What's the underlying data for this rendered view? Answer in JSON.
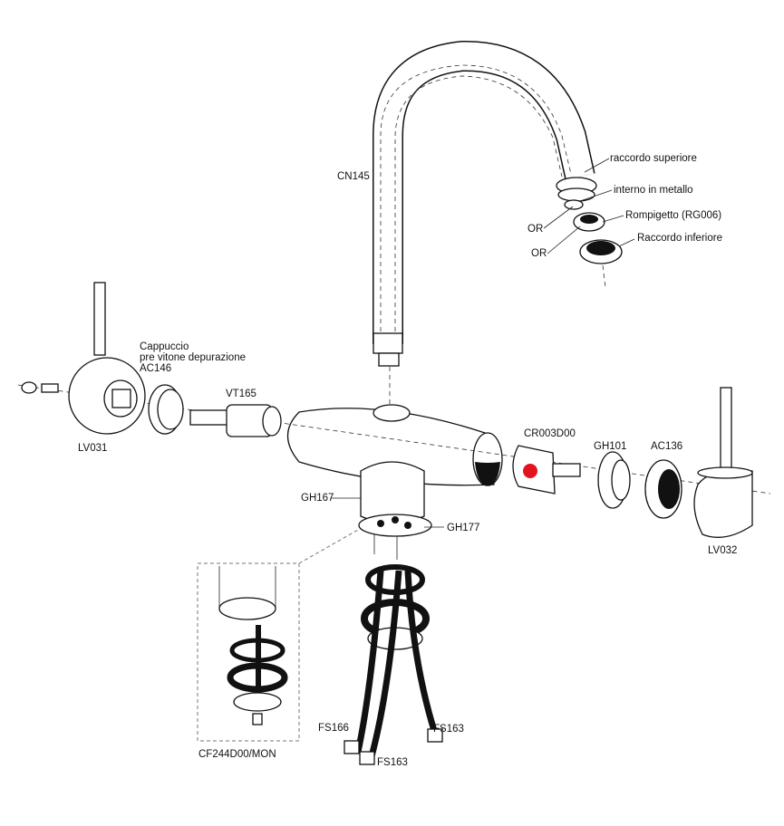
{
  "diagram": {
    "parts": {
      "spout": "CN145",
      "upper_fitting": "raccordo superiore",
      "metal_insert": "interno in metallo",
      "oring_1": "OR",
      "aerator": "Rompigetto (RG006)",
      "oring_2": "OR",
      "lower_fitting": "Raccordo inferiore",
      "cap_line1": "Cappuccio",
      "cap_line2": "pre vitone depurazione",
      "cap_code": "AC146",
      "valve": "VT165",
      "left_handle": "LV031",
      "cartridge": "CR003D00",
      "nut": "GH101",
      "cover": "AC136",
      "right_handle": "LV032",
      "body": "GH167",
      "base_disc": "GH177",
      "hose_left": "FS166",
      "hose_right": "FS163",
      "hose_center": "FS163",
      "fixing_kit": "CF244D00/MON"
    },
    "highlight_color": "#e3141f"
  }
}
